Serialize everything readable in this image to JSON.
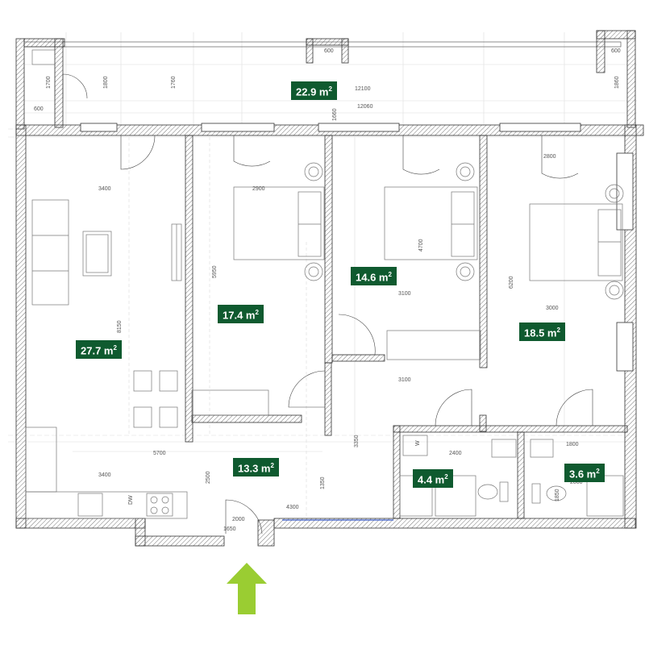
{
  "rooms": [
    {
      "id": "terrace",
      "area": "22.9 m",
      "unit_sup": "2"
    },
    {
      "id": "living",
      "area": "27.7 m",
      "unit_sup": "2"
    },
    {
      "id": "bedroom1",
      "area": "17.4 m",
      "unit_sup": "2"
    },
    {
      "id": "bedroom2",
      "area": "14.6 m",
      "unit_sup": "2"
    },
    {
      "id": "bedroom3",
      "area": "18.5 m",
      "unit_sup": "2"
    },
    {
      "id": "hall",
      "area": "13.3 m",
      "unit_sup": "2"
    },
    {
      "id": "bathroom",
      "area": "4.4 m",
      "unit_sup": "2"
    },
    {
      "id": "wc",
      "area": "3.6 m",
      "unit_sup": "2"
    }
  ],
  "dimensions": [
    "600",
    "600",
    "1700",
    "1800",
    "1760",
    "12100",
    "12060",
    "600",
    "1660",
    "1860",
    "3400",
    "2900",
    "2800",
    "4700",
    "5950",
    "6200",
    "3100",
    "3000",
    "8150",
    "3100",
    "5700",
    "3400",
    "2400",
    "1800",
    "3350",
    "2500",
    "1350",
    "2000",
    "1850",
    "4300",
    "2000",
    "1650"
  ],
  "appliance_labels": {
    "dishwasher": "DW",
    "washer": "W"
  },
  "colors": {
    "label_bg": "#0f5a2f",
    "arrow": "#9acd32",
    "wall_hatch": "#777777"
  }
}
